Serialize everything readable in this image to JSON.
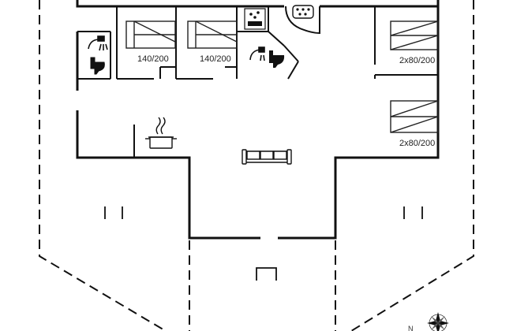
{
  "rooms": {
    "bedroom_1": {
      "bed_size": "140/200"
    },
    "bedroom_2": {
      "bed_size": "140/200"
    },
    "bedroom_3": {
      "bed_size": "2x80/200"
    },
    "bedroom_4": {
      "bed_size": "2x80/200"
    }
  },
  "compass": {
    "north_label": "N"
  },
  "icons": {
    "shower": "shower-icon",
    "toilet": "toilet-icon",
    "sauna": "sauna-icon",
    "whirlpool": "whirlpool-icon",
    "cooking_pot": "cooking-pot-icon",
    "sofa": "sofa-icon",
    "compass": "compass-rose-icon"
  },
  "colors": {
    "wall": "#111111",
    "background": "#ffffff"
  }
}
